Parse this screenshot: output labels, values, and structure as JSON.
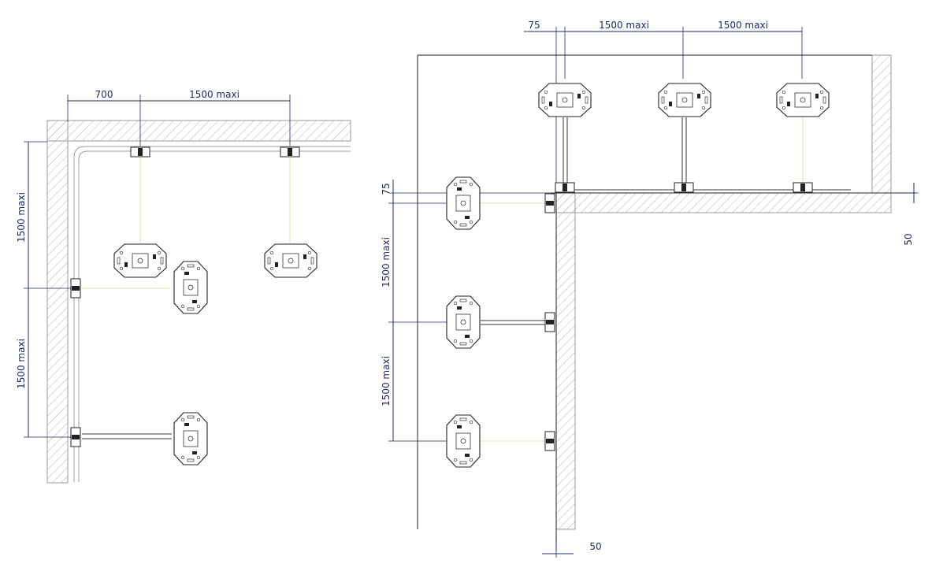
{
  "left_view": {
    "dim_top_short": "700",
    "dim_top_long": "1500 maxi",
    "dim_side_upper": "1500 maxi",
    "dim_side_lower": "1500 maxi"
  },
  "right_view": {
    "dim_top_offset": "75",
    "dim_top_span1": "1500 maxi",
    "dim_top_span2": "1500 maxi",
    "dim_side_offset": "75",
    "dim_side_span1": "1500 maxi",
    "dim_side_span2": "1500 maxi",
    "dim_right_gap": "50",
    "dim_bottom_gap": "50"
  },
  "colors": {
    "dimension": "#1f2a6b",
    "hatch": "#a0a0a0",
    "outline": "#222222",
    "cable": "#e8dcae"
  }
}
